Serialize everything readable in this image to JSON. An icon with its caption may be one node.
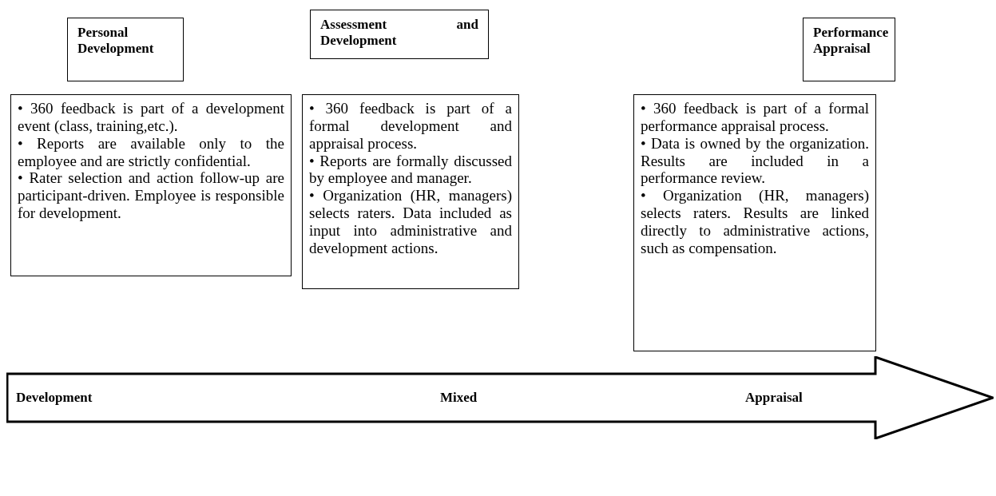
{
  "diagram": {
    "nodes": [
      {
        "text": [
          "Personal Development"
        ]
      },
      {
        "text": [
          "Assessment and Development"
        ]
      },
      {
        "text": [
          "Performance Appraisal"
        ]
      },
      {
        "text": [
          "• 360 feedback is part of a development event (class, training,etc.).",
          "• Reports are available only to the employee and are strictly confidential.",
          "• Rater selection and action follow-up are participant-driven. Employee is responsible for development."
        ]
      },
      {
        "text": [
          "• 360 feedback is part of a formal development and appraisal process.",
          "• Reports are formally discussed by employee and manager.",
          "• Organization (HR, managers) selects raters. Data included as input into administrative and development actions."
        ]
      },
      {
        "text": [
          "• 360 feedback is part of a formal performance appraisal process.",
          "• Data is owned by the organization. Results are included in a performance review.",
          "• Organization (HR, managers) selects raters. Results are linked directly to administrative actions, such as compensation."
        ]
      },
      {
        "text": [
          "Development",
          "Mixed",
          "Appraisal"
        ]
      }
    ]
  }
}
